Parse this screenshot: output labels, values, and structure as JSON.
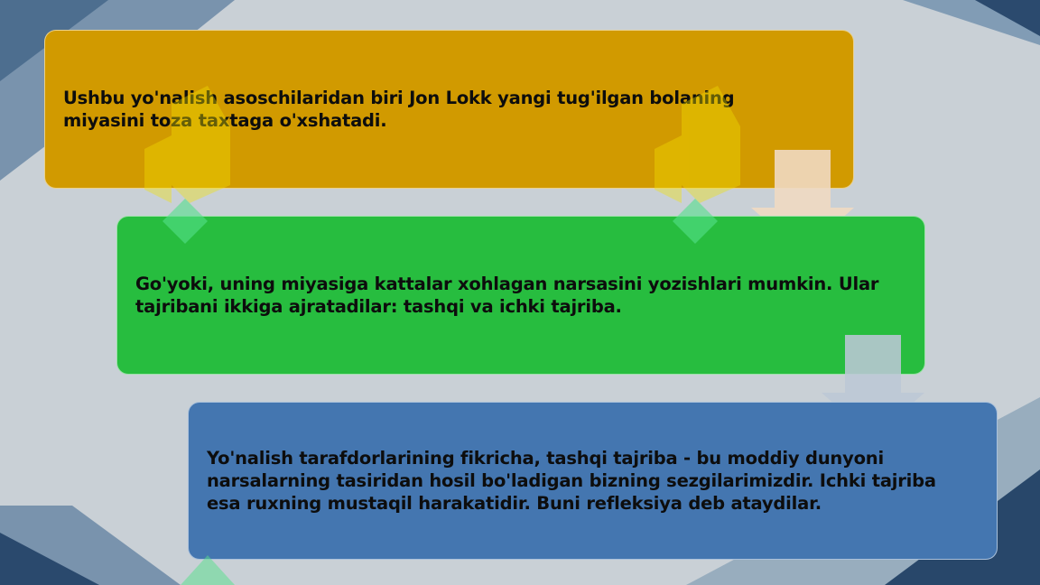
{
  "colors": {
    "background": "#c9d0d6",
    "box1": "#d19a00",
    "box2": "#27bd3f",
    "box3": "#4476b0",
    "arrow1": "#f0d9c2",
    "arrow2": "#bcc7d6",
    "corner_dark": "#1c3c61",
    "corner_mid": "#5d7f9f",
    "watermark": "#f3e300"
  },
  "boxes": [
    {
      "text": "Ushbu yo'nalish asoschilaridan biri Jon Lokk yangi tug'ilgan bolaning miyasini toza taxtaga o'xshatadi."
    },
    {
      "text": "Go'yoki, uning miyasiga kattalar xohlagan narsasini yozishlari mumkin. Ular tajribani ikkiga ajratadilar: tashqi va ichki tajriba."
    },
    {
      "text": "Yo'nalish tarafdorlarining fikricha, tashqi tajriba - bu moddiy dunyoni narsalarning tasiridan hosil bo'ladigan bizning sezgilarimizdir. Ichki tajriba esa ruxning mustaqil harakatidir. Buni refleksiya deb ataydilar."
    }
  ],
  "icons": {
    "arrow1": "down-arrow-icon",
    "arrow2": "down-arrow-icon",
    "watermark": "soft-logo-watermark"
  }
}
